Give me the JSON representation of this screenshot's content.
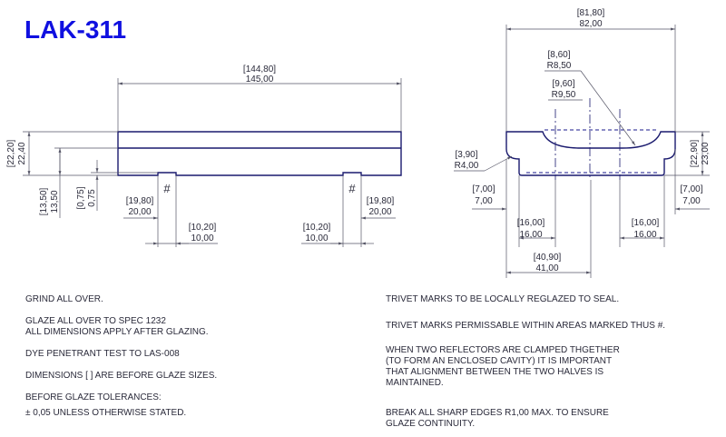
{
  "title": "LAK-311",
  "front_view": {
    "overall_length": {
      "before": "[144,80]",
      "after": "145,00"
    },
    "height": {
      "before": "[22,20]",
      "after": "22,40"
    },
    "step_height": {
      "before": "[13,50]",
      "after": "13,50"
    },
    "step": {
      "before": "[0,75]",
      "after": "0,75"
    },
    "left_offset": {
      "before": "[19,80]",
      "after": "20,00"
    },
    "right_offset": {
      "before": "[19,80]",
      "after": "20,00"
    },
    "left_foot": {
      "before": "[10,20]",
      "after": "10,00"
    },
    "right_foot": {
      "before": "[10,20]",
      "after": "10,00"
    },
    "trivet_mark": "#"
  },
  "side_view": {
    "overall_width": {
      "before": "[81,80]",
      "after": "82,00"
    },
    "radius_outer": {
      "before": "[8,60]",
      "after": "R8,50"
    },
    "radius_inner": {
      "before": "[9,60]",
      "after": "R9,50"
    },
    "corner_radius": {
      "before": "[3,90]",
      "after": "R4,00"
    },
    "height": {
      "before": "[22,90]",
      "after": "23,00"
    },
    "left_step": {
      "before": "[7,00]",
      "after": "7,00"
    },
    "right_step": {
      "before": "[7,00]",
      "after": "7,00"
    },
    "left_inner": {
      "before": "[16,00]",
      "after": "16,00"
    },
    "right_inner": {
      "before": "[16,00]",
      "after": "16,00"
    },
    "bottom_width": {
      "before": "[40,90]",
      "after": "41,00"
    }
  },
  "notes_left": [
    "GRIND ALL OVER.",
    "GLAZE ALL OVER TO SPEC 1232",
    "ALL DIMENSIONS APPLY AFTER GLAZING.",
    "DYE PENETRANT TEST TO LAS-008",
    "DIMENSIONS [  ] ARE BEFORE GLAZE SIZES.",
    "BEFORE GLAZE TOLERANCES:",
    "± 0,05 UNLESS OTHERWISE STATED."
  ],
  "notes_right": [
    "TRIVET MARKS TO BE LOCALLY REGLAZED TO SEAL.",
    "TRIVET MARKS PERMISSABLE WITHIN AREAS MARKED THUS  #.",
    "WHEN TWO REFLECTORS ARE CLAMPED THGETHER",
    "(TO FORM AN ENCLOSED CAVITY) IT IS IMPORTANT",
    "THAT ALIGNMENT BETWEEN THE TWO HALVES IS",
    "MAINTAINED.",
    "BREAK ALL SHARP EDGES R1,00 MAX. TO ENSURE",
    "GLAZE CONTINUITY."
  ]
}
